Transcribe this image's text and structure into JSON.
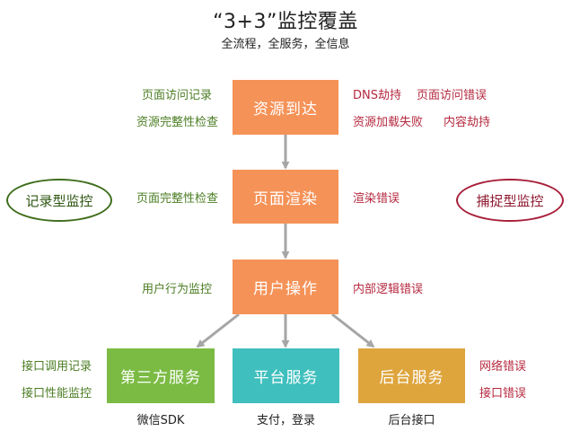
{
  "header": {
    "title": "“3+3”监控覆盖",
    "subtitle": "全流程，全服务，全信息"
  },
  "stages": {
    "resource": {
      "label": "资源到达",
      "left_labels": [
        "页面访问记录",
        "资源完整性检查"
      ],
      "right_labels": [
        "DNS劫持",
        "页面访问错误",
        "资源加载失败",
        "内容劫持"
      ]
    },
    "render": {
      "label": "页面渲染",
      "left_labels": [
        "页面完整性检查"
      ],
      "right_labels": [
        "渲染错误"
      ]
    },
    "operate": {
      "label": "用户操作",
      "left_labels": [
        "用户行为监控"
      ],
      "right_labels": [
        "内部逻辑错误"
      ]
    }
  },
  "services": {
    "third_party": {
      "label": "第三方服务",
      "caption": "微信SDK",
      "left_labels": [
        "接口调用记录",
        "接口性能监控"
      ]
    },
    "platform": {
      "label": "平台服务",
      "caption": "支付，登录"
    },
    "backend": {
      "label": "后台服务",
      "caption": "后台接口",
      "right_labels": [
        "网络错误",
        "接口错误"
      ]
    }
  },
  "monitor_types": {
    "record": "记录型监控",
    "capture": "捕捉型监控"
  },
  "colors": {
    "stage": "#f59257",
    "third_party": "#7bbb44",
    "platform": "#3fbfbd",
    "backend": "#dea53d",
    "record_text": "#4b7d23",
    "capture_text": "#b5293f",
    "arrow": "#a6a6a6"
  }
}
